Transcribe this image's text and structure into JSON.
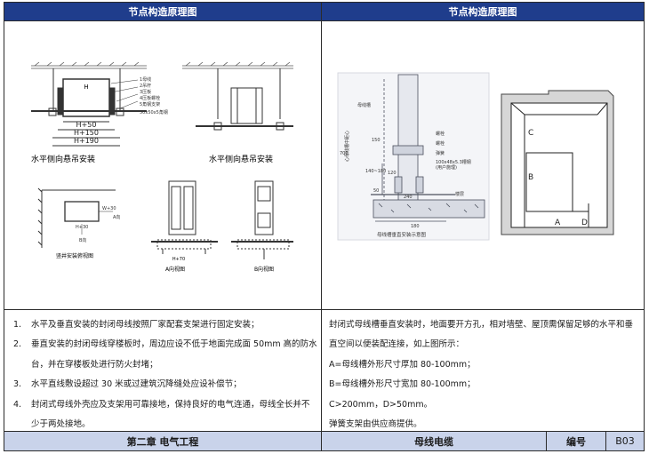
{
  "header": {
    "left_title": "节点构造原理图",
    "right_title": "节点构造原理图"
  },
  "left_diagram": {
    "legend": [
      "1母线",
      "2吊杆",
      "3压板",
      "4压板螺栓",
      "5角钢支架",
      "50x50x5角钢"
    ],
    "label_H": "H",
    "dims": [
      "H+50",
      "H+150",
      "H+190"
    ],
    "caption_left": "水平侧向悬吊安装",
    "caption_right": "水平侧向悬吊安装",
    "wall_label_w": "W+30",
    "wall_label_h": "H+30",
    "a_dir": "A向",
    "b_dir": "B向",
    "wall_caption": "竖井安装俯视图",
    "h70": "H+70",
    "a_view": "A向视图",
    "b_view": "B向视图"
  },
  "right_diagram": {
    "photo_labels": {
      "busway": "母线槽",
      "center_line": "心母线槽中距心",
      "total": "700",
      "d1": "150",
      "d2": "140~180",
      "d3": "50",
      "d4": "120",
      "w1": "240",
      "w2": "180",
      "nut": "螺栓",
      "bolt": "螺栓",
      "spring": "弹簧",
      "angle_line1": "100x48x5.3槽钢",
      "angle_line2": "(用户施理)",
      "floor": "楼层",
      "caption": "母线槽垂直安装示意图"
    },
    "schematic_labels": {
      "A": "A",
      "B": "B",
      "C": "C",
      "D": "D"
    }
  },
  "notes_left": [
    {
      "num": "1.",
      "text": "水平及垂直安装的封闭母线按照厂家配套支架进行固定安装；"
    },
    {
      "num": "2.",
      "text": "垂直安装的封闭母线穿楼板时，周边应设不低于地面完成面 50mm 高的防水台，并在穿楼板处进行防火封堵；"
    },
    {
      "num": "3.",
      "text": "水平直线敷设超过 30 米或过建筑沉降缝处应设补偿节；"
    },
    {
      "num": "4.",
      "text": "封闭式母线外壳应及支架用可靠接地，保持良好的电气连通，母线全长并不少于两处接地。"
    }
  ],
  "notes_right": [
    "封闭式母线槽垂直安装时，地面要开方孔，相对墙壁、屋顶需保留足够的水平和垂直空间以便装配连接，如上图所示：",
    "A=母线槽外形尺寸厚加 80-100mm；",
    "B=母线槽外形尺寸宽加 80-100mm；",
    "C>200mm，D>50mm。",
    "弹簧支架由供应商提供。"
  ],
  "footer": {
    "chapter": "第二章  电气工程",
    "topic": "母线电缆",
    "code_label": "编号",
    "code_value": "B03"
  }
}
